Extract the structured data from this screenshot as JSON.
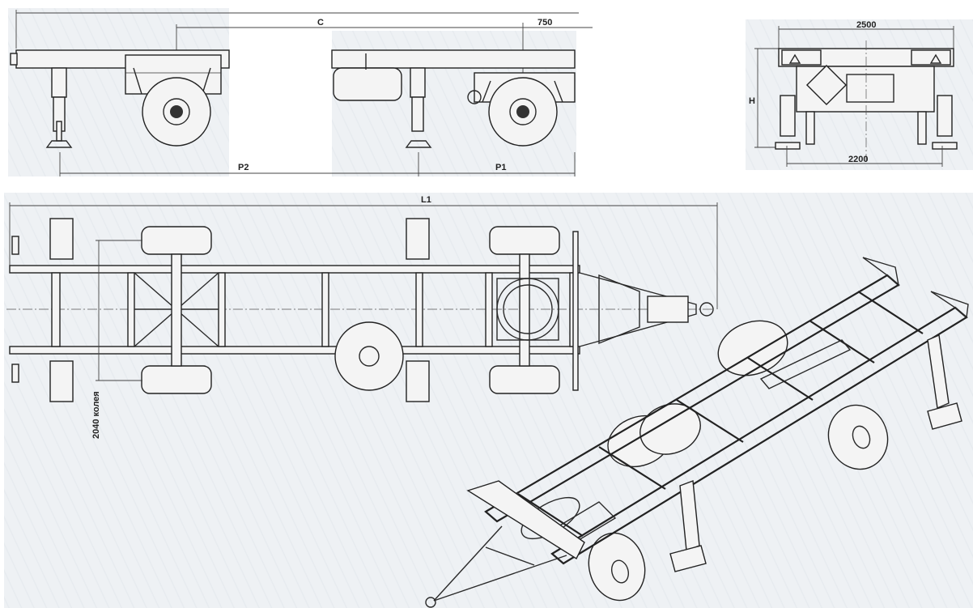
{
  "labels": {
    "dim_c": "C",
    "dim_750": "750",
    "dim_p2": "P2",
    "dim_p1": "P1",
    "dim_2500": "2500",
    "dim_h": "H",
    "dim_2200": "2200",
    "dim_l1": "L1",
    "dim_2040": "2040 колея"
  },
  "colors": {
    "line": "#2a2a2a",
    "panel_bg": "#eef1f4",
    "page_bg": "#ffffff"
  }
}
